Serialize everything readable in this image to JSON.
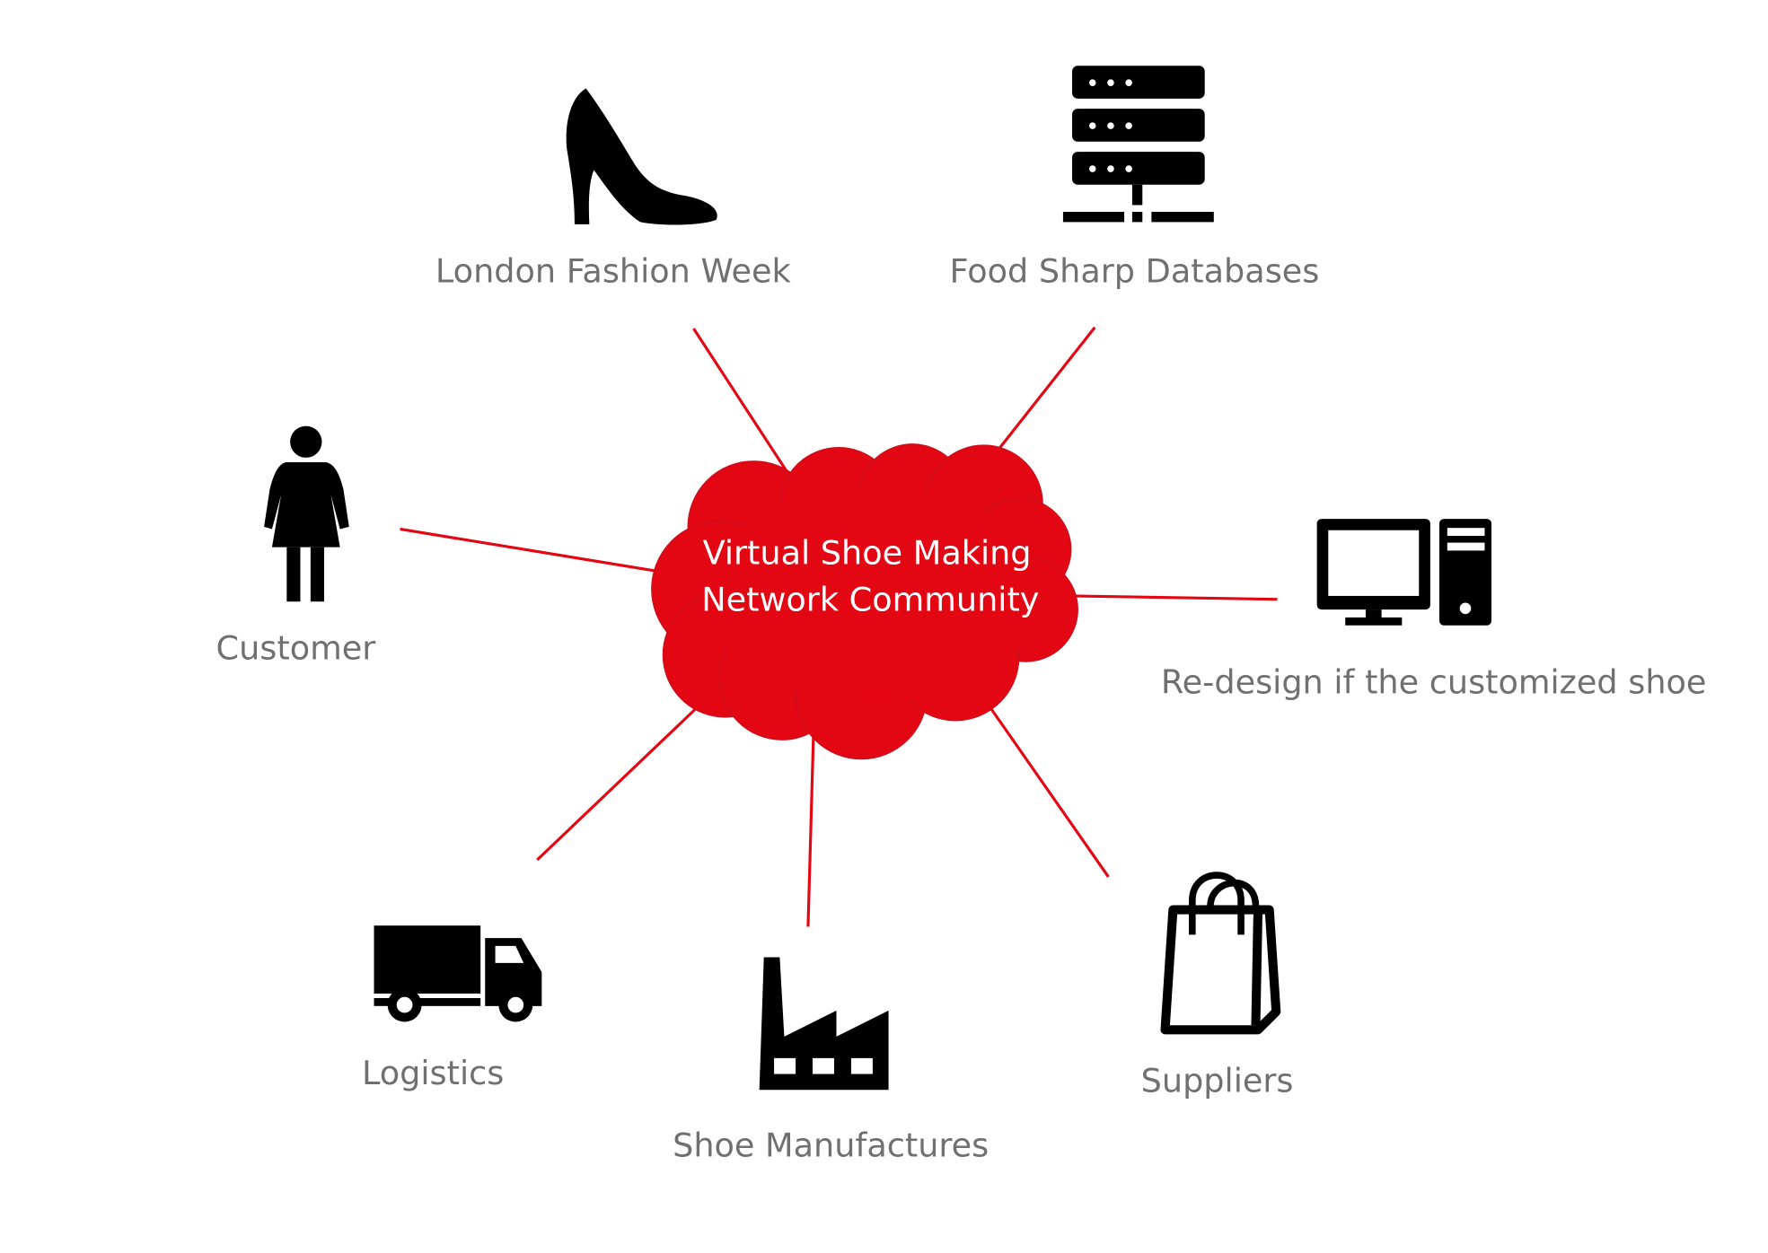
{
  "center": {
    "line1": "Virtual Shoe Making",
    "line2": "Network Community",
    "color": "#e30613"
  },
  "nodes": {
    "fashion": {
      "label": "London Fashion Week",
      "icon": "high-heel-shoe-icon"
    },
    "databases": {
      "label": "Food Sharp Databases",
      "icon": "server-database-icon"
    },
    "customer": {
      "label": "Customer",
      "icon": "woman-person-icon"
    },
    "redesign": {
      "label": "Re-design if the customized shoe",
      "icon": "desktop-computer-icon"
    },
    "logistics": {
      "label": "Logistics",
      "icon": "delivery-truck-icon"
    },
    "manufactures": {
      "label": "Shoe Manufactures",
      "icon": "factory-icon"
    },
    "suppliers": {
      "label": "Suppliers",
      "icon": "shopping-bag-icon"
    }
  },
  "colors": {
    "link": "#e30613",
    "label": "#707070",
    "icon": "#000000"
  }
}
